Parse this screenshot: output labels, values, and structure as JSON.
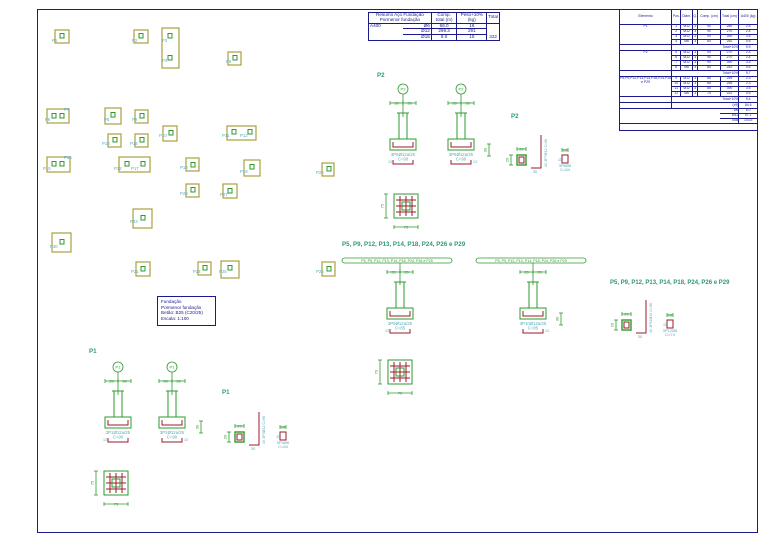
{
  "title_block": {
    "lines": [
      "Fundação",
      "Pormenor fundação",
      "Betão: B25 (C20/25)",
      "Escala: 1:100"
    ]
  },
  "resumo_table": {
    "header": [
      "Resumo Aço Fundação Pormenor fundação",
      "Comp. total (m)",
      "Peso+10% (kg)",
      "Total"
    ],
    "steel_grade": "A400",
    "rows": [
      {
        "diam": "Ø6",
        "comp": "66.0",
        "peso": "16",
        "total": ""
      },
      {
        "diam": "Ø12",
        "comp": "298.3",
        "peso": "291",
        "total": ""
      },
      {
        "diam": "Ø16",
        "comp": "8.0",
        "peso": "15",
        "total": "322"
      }
    ]
  },
  "element_table": {
    "header": [
      "Elemento",
      "Pos.",
      "Diâm.",
      "Q.",
      "Comp. (cm)",
      "Total (cm)",
      "A400 (kg)"
    ],
    "groups": [
      {
        "element": "P1",
        "rows": [
          [
            "1",
            "Ø12",
            "3",
            "90",
            "280",
            "2.5"
          ],
          [
            "2",
            "Ø12",
            "3",
            "90",
            "270",
            "2.4"
          ],
          [
            "3",
            "Ø12",
            "3",
            "90",
            "390",
            "3.5"
          ],
          [
            "4",
            "Ø6",
            "3",
            "84",
            "252",
            "0.6"
          ]
        ],
        "subtotal_label": "Total+10%",
        "subtotal": "9.9"
      },
      {
        "element": "P2",
        "rows": [
          [
            "5",
            "Ø12",
            "3",
            "90",
            "270",
            "2.4"
          ],
          [
            "6",
            "Ø12",
            "3",
            "90",
            "270",
            "2.4"
          ],
          [
            "7",
            "Ø12",
            "3",
            "90",
            "390",
            "3.5"
          ],
          [
            "8",
            "Ø6",
            "3",
            "84",
            "252",
            "0.6"
          ]
        ],
        "subtotal_label": "Total+10%",
        "subtotal": "9.7"
      },
      {
        "element": "P5,P9,P12,P13,P14,P18,P24,P26 e P29",
        "rows": [
          [
            "9",
            "Ø12",
            "3",
            "85",
            "255",
            "2.3"
          ],
          [
            "10",
            "Ø12",
            "3",
            "85",
            "255",
            "2.3"
          ],
          [
            "11",
            "Ø12",
            "3",
            "85",
            "390",
            "3.5"
          ],
          [
            "12",
            "Ø6",
            "3",
            "74",
            "222",
            "0.5"
          ]
        ],
        "subtotal_label": "Total+10%",
        "subtotal": "9.4",
        "multiplier_label": "(x9)",
        "multiplier_total": "84.6"
      }
    ],
    "totals": [
      {
        "label": "Ø6",
        "value": "6.0"
      },
      {
        "label": "Ø12",
        "value": "97.1"
      },
      {
        "label": "Total",
        "value": "103.5"
      }
    ]
  },
  "plan": {
    "footings": [
      {
        "id": "P1",
        "label": "P1"
      },
      {
        "id": "P2",
        "label": "P2"
      },
      {
        "id": "P3",
        "label": "P3"
      },
      {
        "id": "P4",
        "label": "P4"
      },
      {
        "id": "P5",
        "label": "P5"
      },
      {
        "id": "P6",
        "label": "P6"
      },
      {
        "id": "P7",
        "label": "P7"
      },
      {
        "id": "P8",
        "label": "P8"
      },
      {
        "id": "P9",
        "label": "P9"
      },
      {
        "id": "P10",
        "label": "P10"
      },
      {
        "id": "P11",
        "label": "P11"
      },
      {
        "id": "P12",
        "label": "P12"
      },
      {
        "id": "P13",
        "label": "P13"
      },
      {
        "id": "P14",
        "label": "P14"
      },
      {
        "id": "P15",
        "label": "P15"
      },
      {
        "id": "P16",
        "label": "P16"
      },
      {
        "id": "P17",
        "label": "P17"
      },
      {
        "id": "P18",
        "label": "P18"
      },
      {
        "id": "P19",
        "label": "P19"
      },
      {
        "id": "P20",
        "label": "P20"
      },
      {
        "id": "P21",
        "label": "P21"
      },
      {
        "id": "P22",
        "label": "P22"
      },
      {
        "id": "P23",
        "label": "P23"
      },
      {
        "id": "P24",
        "label": "P24"
      },
      {
        "id": "P25",
        "label": "P25"
      },
      {
        "id": "P26",
        "label": "P26"
      },
      {
        "id": "P27",
        "label": "P27"
      },
      {
        "id": "P28",
        "label": "P28"
      },
      {
        "id": "P29",
        "label": "P29"
      },
      {
        "id": "P30",
        "label": "P30"
      }
    ]
  },
  "details": {
    "p2": {
      "title": "P2",
      "column_tag": "P2",
      "dim_left": "38",
      "dim_right": "38",
      "rebar_a": "3P5Ø12a/25",
      "rebar_b": "3P6Ø12a/25",
      "length": "C=90",
      "end_hook": "13",
      "height": "30",
      "plan_dim_h": "75",
      "plan_dim_v": "75",
      "starter_title": "P2",
      "starter_w": "20",
      "starter_h": "20",
      "starter_base": "30",
      "starter_bar": "4X 3P7Ø12 C=96",
      "stirrup_w": "15",
      "stirrup_label": "3P8Ø6",
      "stirrup_len": "C=84",
      "stirrup_h": "15"
    },
    "p5": {
      "title": "P5, P9, P12, P13, P14, P18, P24, P26 e P29",
      "column_tag": "P5, P9, P12, P13, P14, P18, P24, P26 e P29",
      "dim_left": "35",
      "dim_right": "35",
      "rebar_a": "3P9Ø12a/25",
      "rebar_b": "3P10Ø12a/25",
      "length": "C=85",
      "end_hook": "13",
      "height": "30",
      "plan_dim_h": "70",
      "plan_dim_v": "70",
      "starter_title": "P5, P9, P12, P13, P14, P18, P24, P26 e P29",
      "starter_w": "20",
      "starter_h": "20",
      "starter_base": "30",
      "starter_bar": "4X 3P11Ø12 C=96",
      "stirrup_w": "15",
      "stirrup_label": "3P12Ø6",
      "stirrup_len": "C=74",
      "stirrup_h": "15"
    },
    "p1": {
      "title": "P1",
      "column_tag": "P1",
      "dim_left": "38",
      "dim_right": "38",
      "rebar_a": "3P1Ø12a/25",
      "rebar_b": "3P2Ø12a/25",
      "length": "C=90",
      "end_hook": "13",
      "height": "30",
      "plan_dim_h": "75",
      "plan_dim_v": "75",
      "starter_title": "P1",
      "starter_w": "20",
      "starter_h": "20",
      "starter_base": "30",
      "starter_bar": "4X 3P3Ø12 C=96",
      "stirrup_w": "15",
      "stirrup_label": "3P4Ø6",
      "stirrup_len": "C=84",
      "stirrup_h": "15"
    }
  },
  "colors": {
    "frame": "#1a1a8c",
    "footing_outline": "#a8a040",
    "column": "#2e9a2e",
    "label": "#5aa8b8",
    "rebar": "#9a1c28",
    "dim": "#2e9a2e",
    "title": "#2e9a6e"
  }
}
